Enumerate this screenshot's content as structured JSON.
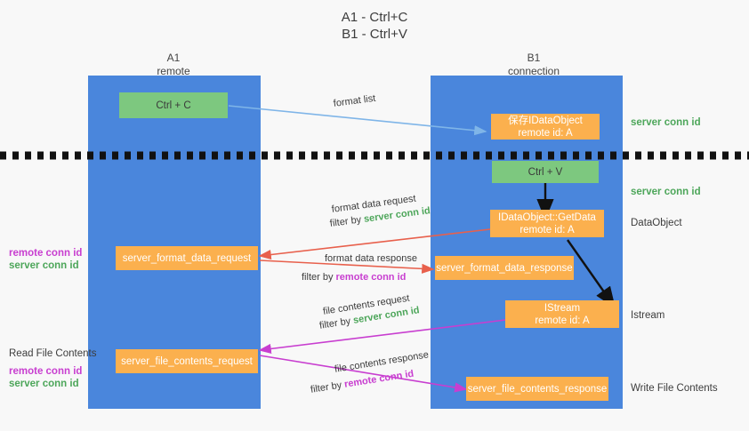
{
  "title": {
    "line1": "A1 - Ctrl+C",
    "line2": "B1 - Ctrl+V"
  },
  "columns": [
    {
      "name": "A1",
      "sub": "remote"
    },
    {
      "name": "B1",
      "sub": "connection"
    }
  ],
  "colors": {
    "panel": "#4a86dc",
    "orange": "#fbb04e",
    "green": "#7dc87f",
    "server_conn": "#4da65a",
    "remote_conn": "#c83ed0",
    "arrow_red": "#e8604c",
    "arrow_magenta": "#c83ed0",
    "arrow_lightblue": "#7fb5e8",
    "arrow_black": "#111111",
    "background": "#f8f8f8"
  },
  "boxes": {
    "ctrl_c": {
      "line1": "Ctrl + C",
      "line2": ""
    },
    "ctrl_v": {
      "line1": "Ctrl + V",
      "line2": ""
    },
    "save_dataobject": {
      "line1": "保存IDataObject",
      "line2": "remote id: A"
    },
    "getdata": {
      "line1": "IDataObject::GetData",
      "line2": "remote id: A"
    },
    "istream": {
      "line1": "IStream",
      "line2": "remote id: A"
    },
    "format_data_request": {
      "line1": "server_format_data_request",
      "line2": ""
    },
    "format_data_response": {
      "line1": "server_format_data_response",
      "line2": ""
    },
    "file_contents_request": {
      "line1": "server_file_contents_request",
      "line2": ""
    },
    "file_contents_response": {
      "line1": "server_file_contents_response",
      "line2": ""
    }
  },
  "right_labels": {
    "server_conn_top": "server conn id",
    "server_conn_mid": "server conn id",
    "dataobject": "DataObject",
    "istream": "Istream",
    "write_file_contents": "Write File Contents"
  },
  "left_labels": {
    "remote_conn_1": "remote conn id",
    "server_conn_1": "server conn id",
    "read_file_contents": "Read File Contents",
    "remote_conn_2": "remote conn id",
    "server_conn_2": "server conn id"
  },
  "arrow_labels": {
    "format_list": "format list",
    "format_data_request_l1": "format data request",
    "format_data_request_filter_prefix": "filter by ",
    "format_data_request_filter_value": "server conn id",
    "format_data_response_l1": "format data response",
    "format_data_response_filter_prefix": "filter by ",
    "format_data_response_filter_value": "remote conn id",
    "file_contents_request_l1": "file contents request",
    "file_contents_request_filter_prefix": "filter by ",
    "file_contents_request_filter_value": "server conn id",
    "file_contents_response_l1": "file contents response",
    "file_contents_response_filter_prefix": "filter by ",
    "file_contents_response_filter_value": "remote conn id"
  }
}
